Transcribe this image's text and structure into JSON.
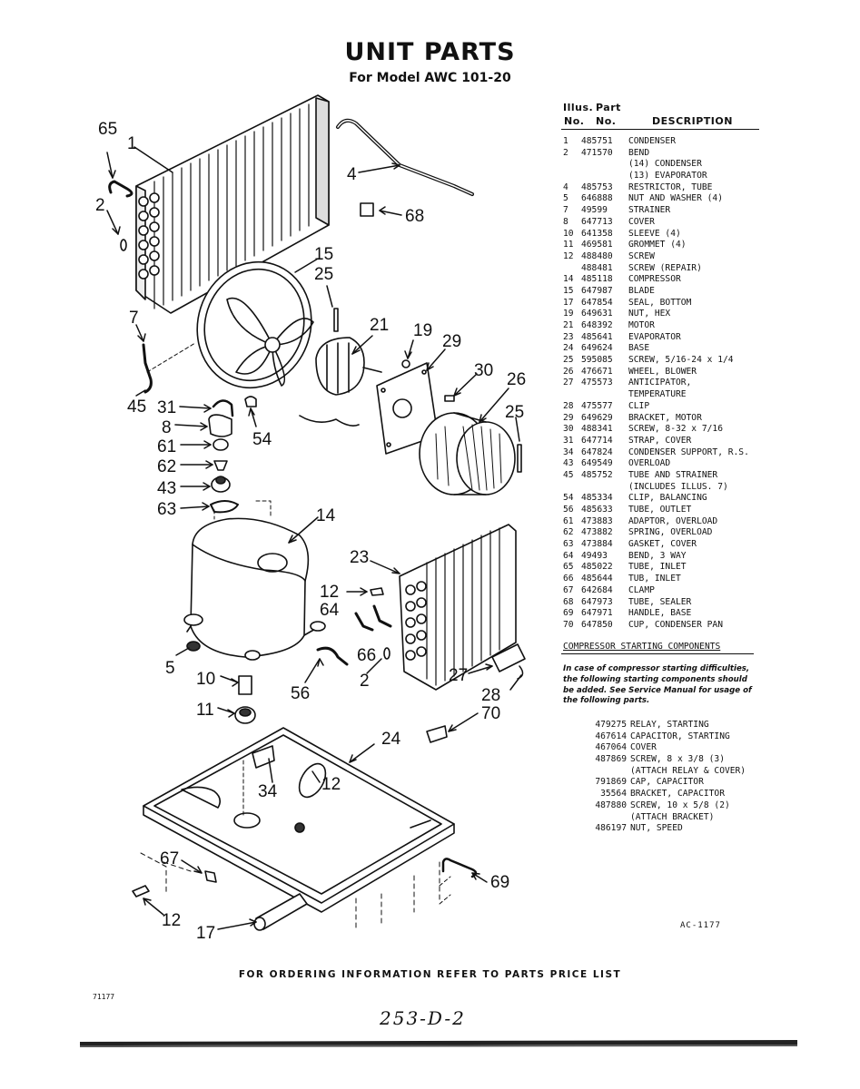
{
  "title": "UNIT PARTS",
  "subtitle": "For Model AWC 101-20",
  "table_header": {
    "illus_line1": "Illus.",
    "illus_line2": "No.",
    "part_line1": "Part",
    "part_line2": "No.",
    "description": "DESCRIPTION"
  },
  "parts": [
    {
      "no": "1",
      "part": "485751",
      "desc": "CONDENSER"
    },
    {
      "no": "2",
      "part": "471570",
      "desc": "BEND"
    },
    {
      "no": "",
      "part": "",
      "desc": "(14) CONDENSER"
    },
    {
      "no": "",
      "part": "",
      "desc": "(13) EVAPORATOR"
    },
    {
      "no": "4",
      "part": "485753",
      "desc": "RESTRICTOR, TUBE"
    },
    {
      "no": "5",
      "part": "646888",
      "desc": "NUT AND WASHER (4)"
    },
    {
      "no": "7",
      "part": "49599",
      "desc": "STRAINER"
    },
    {
      "no": "8",
      "part": "647713",
      "desc": "COVER"
    },
    {
      "no": "10",
      "part": "641358",
      "desc": "SLEEVE (4)"
    },
    {
      "no": "11",
      "part": "469581",
      "desc": "GROMMET (4)"
    },
    {
      "no": "12",
      "part": "488480",
      "desc": "SCREW"
    },
    {
      "no": "",
      "part": "488481",
      "desc": "SCREW (REPAIR)"
    },
    {
      "no": "14",
      "part": "485118",
      "desc": "COMPRESSOR"
    },
    {
      "no": "15",
      "part": "647987",
      "desc": "BLADE"
    },
    {
      "no": "17",
      "part": "647854",
      "desc": "SEAL, BOTTOM"
    },
    {
      "no": "19",
      "part": "649631",
      "desc": "NUT, HEX"
    },
    {
      "no": "21",
      "part": "648392",
      "desc": "MOTOR"
    },
    {
      "no": "23",
      "part": "485641",
      "desc": "EVAPORATOR"
    },
    {
      "no": "24",
      "part": "649624",
      "desc": "BASE"
    },
    {
      "no": "25",
      "part": "595085",
      "desc": "SCREW, 5/16-24 x 1/4"
    },
    {
      "no": "26",
      "part": "476671",
      "desc": "WHEEL, BLOWER"
    },
    {
      "no": "27",
      "part": "475573",
      "desc": "ANTICIPATOR,"
    },
    {
      "no": "",
      "part": "",
      "desc": "TEMPERATURE"
    },
    {
      "no": "28",
      "part": "475577",
      "desc": "CLIP"
    },
    {
      "no": "29",
      "part": "649629",
      "desc": "BRACKET, MOTOR"
    },
    {
      "no": "30",
      "part": "488341",
      "desc": "SCREW, 8-32 x 7/16"
    },
    {
      "no": "31",
      "part": "647714",
      "desc": "STRAP, COVER"
    },
    {
      "no": "34",
      "part": "647824",
      "desc": "CONDENSER SUPPORT, R.S."
    },
    {
      "no": "43",
      "part": "649549",
      "desc": "OVERLOAD"
    },
    {
      "no": "45",
      "part": "485752",
      "desc": "TUBE AND STRAINER"
    },
    {
      "no": "",
      "part": "",
      "desc": "(INCLUDES ILLUS. 7)"
    },
    {
      "no": "54",
      "part": "485334",
      "desc": "CLIP, BALANCING"
    },
    {
      "no": "56",
      "part": "485633",
      "desc": "TUBE, OUTLET"
    },
    {
      "no": "61",
      "part": "473883",
      "desc": "ADAPTOR, OVERLOAD"
    },
    {
      "no": "62",
      "part": "473882",
      "desc": "SPRING, OVERLOAD"
    },
    {
      "no": "63",
      "part": "473884",
      "desc": "GASKET, COVER"
    },
    {
      "no": "64",
      "part": "49493",
      "desc": "BEND, 3 WAY"
    },
    {
      "no": "65",
      "part": "485022",
      "desc": "TUBE, INLET"
    },
    {
      "no": "66",
      "part": "485644",
      "desc": "TUB, INLET"
    },
    {
      "no": "67",
      "part": "642684",
      "desc": "CLAMP"
    },
    {
      "no": "68",
      "part": "647973",
      "desc": "TUBE, SEALER"
    },
    {
      "no": "69",
      "part": "647971",
      "desc": "HANDLE, BASE"
    },
    {
      "no": "70",
      "part": "647850",
      "desc": "CUP, CONDENSER PAN"
    }
  ],
  "starting_section": {
    "title": "COMPRESSOR STARTING COMPONENTS",
    "note": "In case of compressor starting difficulties, the following starting components should be added. See Service Manual for usage of the following parts.",
    "items": [
      {
        "part": "479275",
        "desc": "RELAY, STARTING"
      },
      {
        "part": "467614",
        "desc": "CAPACITOR, STARTING"
      },
      {
        "part": "467064",
        "desc": "COVER"
      },
      {
        "part": "487869",
        "desc": "SCREW, 8 x 3/8 (3)"
      },
      {
        "part": "",
        "desc": "(ATTACH RELAY & COVER)"
      },
      {
        "part": "791869",
        "desc": "CAP, CAPACITOR"
      },
      {
        "part": "35564",
        "desc": "BRACKET, CAPACITOR"
      },
      {
        "part": "487880",
        "desc": "SCREW, 10 x 5/8 (2)"
      },
      {
        "part": "",
        "desc": "(ATTACH BRACKET)"
      },
      {
        "part": "486197",
        "desc": "NUT, SPEED"
      }
    ]
  },
  "diagram_code": "AC-1177",
  "footer": "FOR ORDERING INFORMATION REFER TO PARTS PRICE LIST",
  "date_code": "71177",
  "handwritten": "253-D-2",
  "callouts": [
    "65",
    "1",
    "2",
    "4",
    "68",
    "15",
    "25",
    "7",
    "45",
    "21",
    "19",
    "29",
    "30",
    "26",
    "25",
    "31",
    "8",
    "61",
    "62",
    "43",
    "63",
    "54",
    "14",
    "23",
    "12",
    "64",
    "5",
    "66",
    "2",
    "10",
    "56",
    "11",
    "27",
    "28",
    "70",
    "24",
    "34",
    "12",
    "67",
    "69",
    "12",
    "17"
  ]
}
